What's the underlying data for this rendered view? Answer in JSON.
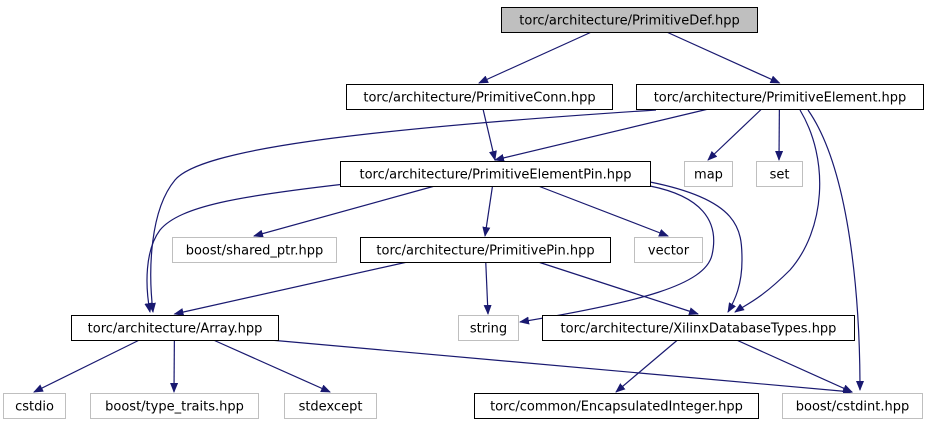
{
  "colors": {
    "edge": "#191970",
    "root_fill": "#bfbfbf",
    "node_border": "#000000",
    "external_border": "#bfbfbf",
    "background": "#ffffff"
  },
  "nodes": [
    {
      "id": "primitive-def",
      "label": "torc/architecture/PrimitiveDef.hpp",
      "style": "root"
    },
    {
      "id": "primitive-conn",
      "label": "torc/architecture/PrimitiveConn.hpp",
      "style": "normal"
    },
    {
      "id": "primitive-element",
      "label": "torc/architecture/PrimitiveElement.hpp",
      "style": "normal"
    },
    {
      "id": "primitive-element-pin",
      "label": "torc/architecture/PrimitiveElementPin.hpp",
      "style": "normal"
    },
    {
      "id": "map",
      "label": "map",
      "style": "external"
    },
    {
      "id": "set",
      "label": "set",
      "style": "external"
    },
    {
      "id": "boost-shared-ptr",
      "label": "boost/shared_ptr.hpp",
      "style": "external"
    },
    {
      "id": "primitive-pin",
      "label": "torc/architecture/PrimitivePin.hpp",
      "style": "normal"
    },
    {
      "id": "vector",
      "label": "vector",
      "style": "external"
    },
    {
      "id": "array",
      "label": "torc/architecture/Array.hpp",
      "style": "normal"
    },
    {
      "id": "string",
      "label": "string",
      "style": "external"
    },
    {
      "id": "xilinx-db-types",
      "label": "torc/architecture/XilinxDatabaseTypes.hpp",
      "style": "normal"
    },
    {
      "id": "cstdio",
      "label": "cstdio",
      "style": "external"
    },
    {
      "id": "boost-type-traits",
      "label": "boost/type_traits.hpp",
      "style": "external"
    },
    {
      "id": "stdexcept",
      "label": "stdexcept",
      "style": "external"
    },
    {
      "id": "encapsulated-integer",
      "label": "torc/common/EncapsulatedInteger.hpp",
      "style": "normal"
    },
    {
      "id": "boost-cstdint",
      "label": "boost/cstdint.hpp",
      "style": "external"
    }
  ],
  "edges": [
    {
      "from": "primitive-def",
      "to": "primitive-conn"
    },
    {
      "from": "primitive-def",
      "to": "primitive-element"
    },
    {
      "from": "primitive-conn",
      "to": "primitive-element-pin"
    },
    {
      "from": "primitive-element",
      "to": "primitive-element-pin"
    },
    {
      "from": "primitive-element",
      "to": "map"
    },
    {
      "from": "primitive-element",
      "to": "set"
    },
    {
      "from": "primitive-element",
      "to": "array"
    },
    {
      "from": "primitive-element",
      "to": "xilinx-db-types"
    },
    {
      "from": "primitive-element",
      "to": "boost-cstdint"
    },
    {
      "from": "primitive-element-pin",
      "to": "boost-shared-ptr"
    },
    {
      "from": "primitive-element-pin",
      "to": "primitive-pin"
    },
    {
      "from": "primitive-element-pin",
      "to": "vector"
    },
    {
      "from": "primitive-element-pin",
      "to": "array"
    },
    {
      "from": "primitive-element-pin",
      "to": "string"
    },
    {
      "from": "primitive-element-pin",
      "to": "xilinx-db-types"
    },
    {
      "from": "primitive-pin",
      "to": "array"
    },
    {
      "from": "primitive-pin",
      "to": "string"
    },
    {
      "from": "primitive-pin",
      "to": "xilinx-db-types"
    },
    {
      "from": "array",
      "to": "cstdio"
    },
    {
      "from": "array",
      "to": "boost-type-traits"
    },
    {
      "from": "array",
      "to": "stdexcept"
    },
    {
      "from": "array",
      "to": "boost-cstdint"
    },
    {
      "from": "xilinx-db-types",
      "to": "encapsulated-integer"
    },
    {
      "from": "xilinx-db-types",
      "to": "boost-cstdint"
    }
  ]
}
